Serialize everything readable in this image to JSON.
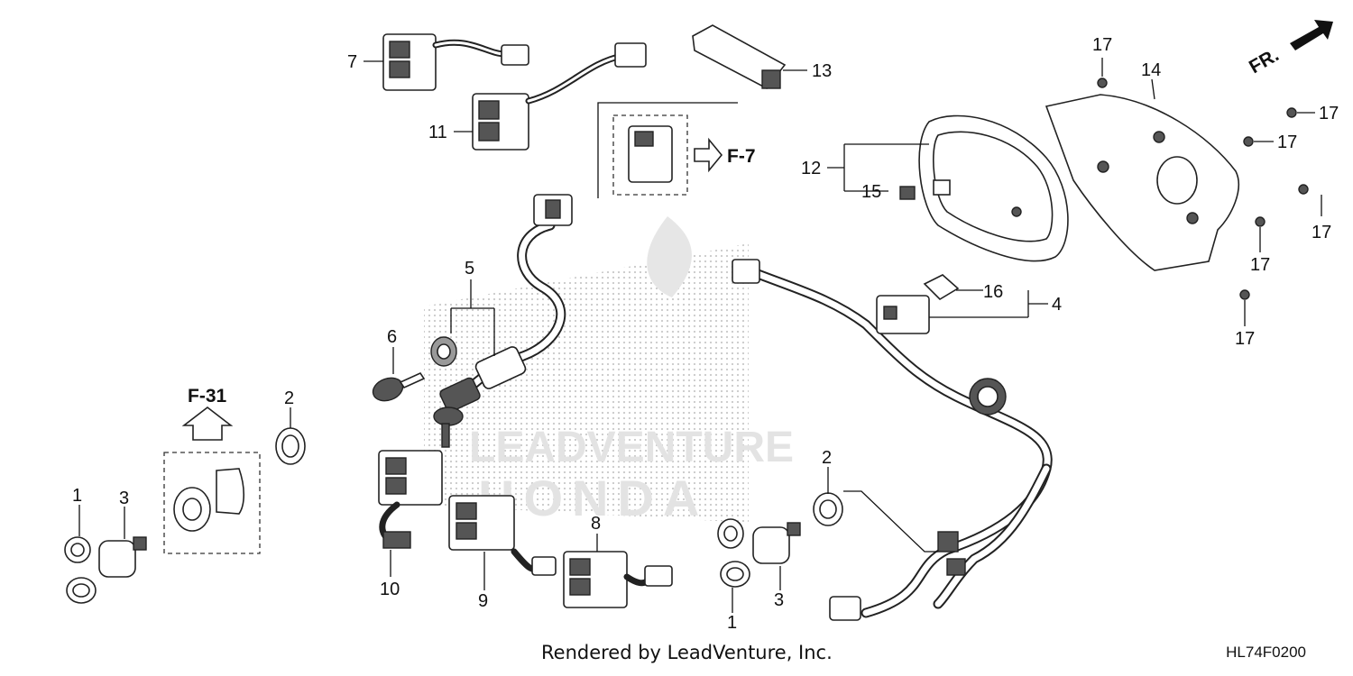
{
  "callouts": [
    {
      "id": "c1a",
      "text": "1"
    },
    {
      "id": "c1b",
      "text": "1"
    },
    {
      "id": "c2a",
      "text": "2"
    },
    {
      "id": "c2b",
      "text": "2"
    },
    {
      "id": "c3a",
      "text": "3"
    },
    {
      "id": "c3b",
      "text": "3"
    },
    {
      "id": "c4",
      "text": "4"
    },
    {
      "id": "c5",
      "text": "5"
    },
    {
      "id": "c6",
      "text": "6"
    },
    {
      "id": "c7",
      "text": "7"
    },
    {
      "id": "c8",
      "text": "8"
    },
    {
      "id": "c9",
      "text": "9"
    },
    {
      "id": "c10",
      "text": "10"
    },
    {
      "id": "c11",
      "text": "11"
    },
    {
      "id": "c12",
      "text": "12"
    },
    {
      "id": "c13",
      "text": "13"
    },
    {
      "id": "c14",
      "text": "14"
    },
    {
      "id": "c15",
      "text": "15"
    },
    {
      "id": "c16",
      "text": "16"
    },
    {
      "id": "c17a",
      "text": "17"
    },
    {
      "id": "c17b",
      "text": "17"
    },
    {
      "id": "c17c",
      "text": "17"
    },
    {
      "id": "c17d",
      "text": "17"
    },
    {
      "id": "c17e",
      "text": "17"
    },
    {
      "id": "c17f",
      "text": "17"
    }
  ],
  "references": {
    "f31": "F-31",
    "f7": "F-7",
    "front": "FR."
  },
  "watermark": {
    "brand": "HONDA",
    "line1": "LEADVENTURE"
  },
  "footer": {
    "credit": "Rendered by LeadVenture, Inc.",
    "code": "HL74F0200"
  },
  "colors": {
    "line": "#111111",
    "watermark": "#d8d8d8",
    "background": "#ffffff"
  }
}
